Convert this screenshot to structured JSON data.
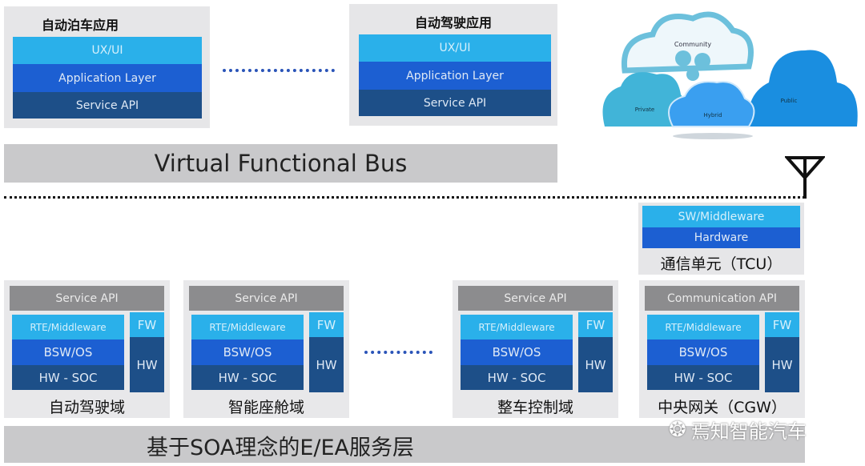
{
  "top_apps": [
    {
      "title": "自动泊车应用",
      "layers": [
        "UX/UI",
        "Application Layer",
        "Service API"
      ]
    },
    {
      "title": "自动驾驶应用",
      "layers": [
        "UX/UI",
        "Application Layer",
        "Service API"
      ]
    }
  ],
  "vfb": "Virtual Functional Bus",
  "clouds": [
    "Community",
    "Private",
    "Hybrid",
    "Public"
  ],
  "tcu": {
    "layers": [
      "SW/Middleware",
      "Hardware"
    ],
    "label": "通信单元（TCU）"
  },
  "domains": [
    {
      "api": "Service API",
      "rte": "RTE/Middleware",
      "bsw": "BSW/OS",
      "soc": "HW - SOC",
      "fw": "FW",
      "hw": "HW",
      "label": "自动驾驶域"
    },
    {
      "api": "Service API",
      "rte": "RTE/Middleware",
      "bsw": "BSW/OS",
      "soc": "HW - SOC",
      "fw": "FW",
      "hw": "HW",
      "label": "智能座舱域"
    },
    {
      "api": "Service API",
      "rte": "RTE/Middleware",
      "bsw": "BSW/OS",
      "soc": "HW - SOC",
      "fw": "FW",
      "hw": "HW",
      "label": "整车控制域"
    },
    {
      "api": "Communication API",
      "rte": "RTE/Middleware",
      "bsw": "BSW/OS",
      "soc": "HW - SOC",
      "fw": "FW",
      "hw": "HW",
      "label": "中央网关（CGW）"
    }
  ],
  "base_layer": "基于SOA理念的E/EA服务层",
  "watermark": "焉知智能汽车"
}
